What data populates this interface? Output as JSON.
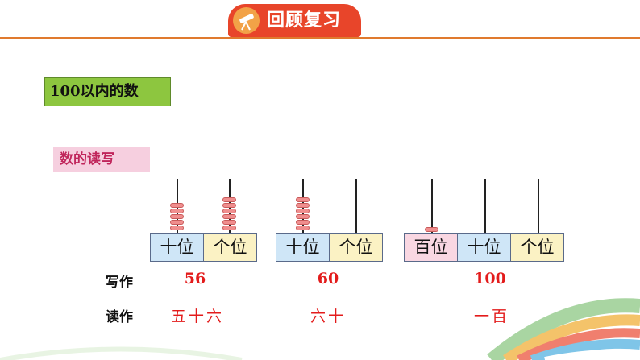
{
  "header": {
    "title": "回顾复习",
    "icon": "telescope-icon"
  },
  "topic": {
    "label": "100以内的数"
  },
  "section": {
    "label": "数的读写"
  },
  "places": {
    "hundreds": "百位",
    "tens": "十位",
    "ones": "个位"
  },
  "rows": {
    "write_label": "写作",
    "read_label": "读作"
  },
  "examples": [
    {
      "tens_beads": 5,
      "ones_beads": 6,
      "written": "56",
      "read": "五十六"
    },
    {
      "tens_beads": 6,
      "ones_beads": 0,
      "written": "60",
      "read": "六十"
    },
    {
      "hundreds_beads": 1,
      "tens_beads": 0,
      "ones_beads": 0,
      "written": "100",
      "read": "一百"
    }
  ],
  "colors": {
    "header_red": "#e8452a",
    "green": "#8dc63f",
    "pink": "#f6cfdf",
    "number_red": "#e31b1b"
  }
}
